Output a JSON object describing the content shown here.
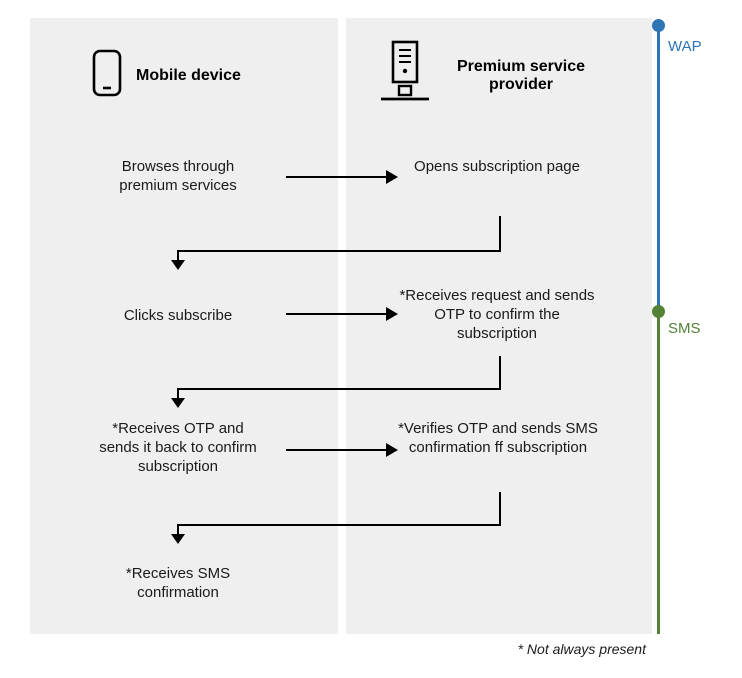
{
  "lanes": {
    "mobile": {
      "title": "Mobile device"
    },
    "provider": {
      "title": "Premium service provider"
    }
  },
  "timeline": {
    "wap": {
      "label": "WAP",
      "color": "#2E75B6"
    },
    "sms": {
      "label": "SMS",
      "color": "#538135"
    }
  },
  "steps": [
    {
      "left": "Browses through premium services",
      "right": "Opens subscription page"
    },
    {
      "left": "Clicks subscribe",
      "right": "*Receives request and sends OTP to confirm the subscription"
    },
    {
      "left": "*Receives OTP and sends it back to confirm subscription",
      "right": "*Verifies OTP and sends SMS confirmation ff subscription"
    },
    {
      "left": "*Receives SMS confirmation",
      "right": ""
    }
  ],
  "footnote": "* Not always present"
}
